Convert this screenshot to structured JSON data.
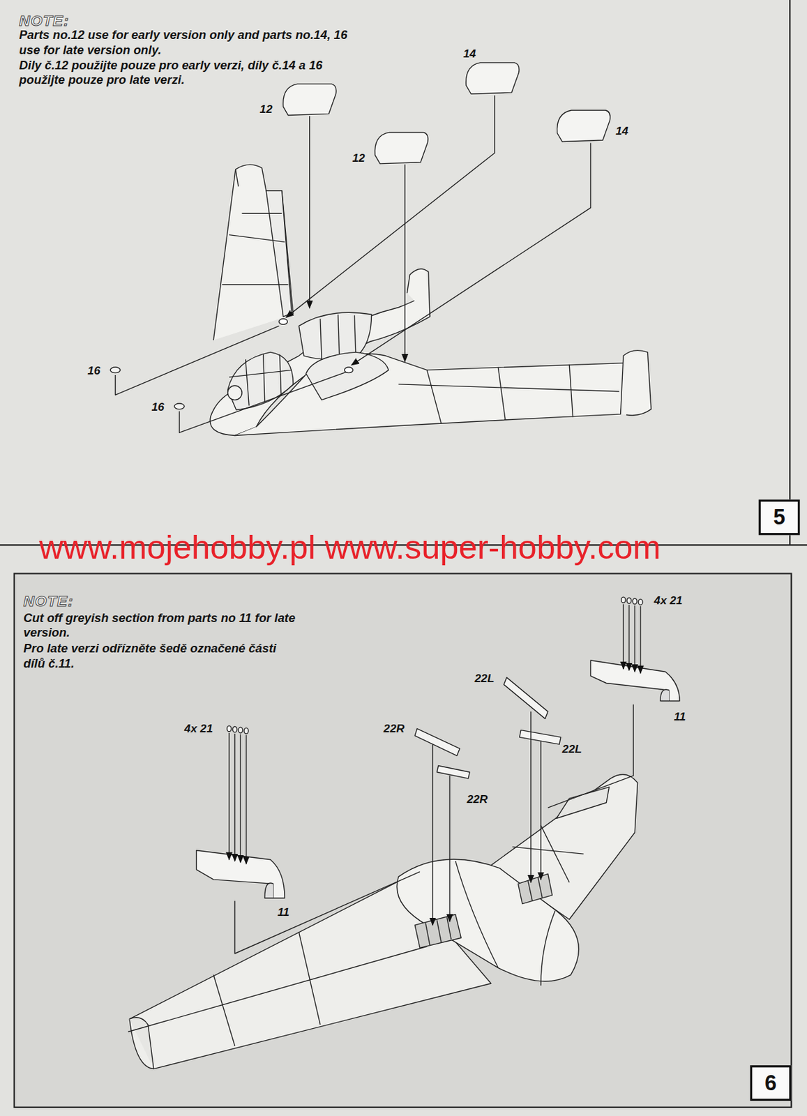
{
  "diagram": {
    "nodes": [
      {
        "text": [
          "5"
        ]
      },
      {
        "text": [
          "6"
        ]
      }
    ],
    "labels": [
      "NOTE:",
      "Parts no.12 use for early version only and parts no.14, 16 use for late version only.",
      "Dily č.12 použijte pouze pro early verzi, díly č.14 a 16 použijte pouze pro late verzi.",
      "14",
      "12",
      "12",
      "14",
      "16",
      "16",
      "www.mojehobby.pl www.super-hobby.com",
      "NOTE:",
      "Cut off greyish section from parts no 11 for late version.",
      "Pro late verzi odřízněte šedě označené části dílů č.11.",
      "4x 21",
      "22R",
      "22R",
      "22L",
      "22L",
      "4x 21",
      "11",
      "11"
    ]
  }
}
